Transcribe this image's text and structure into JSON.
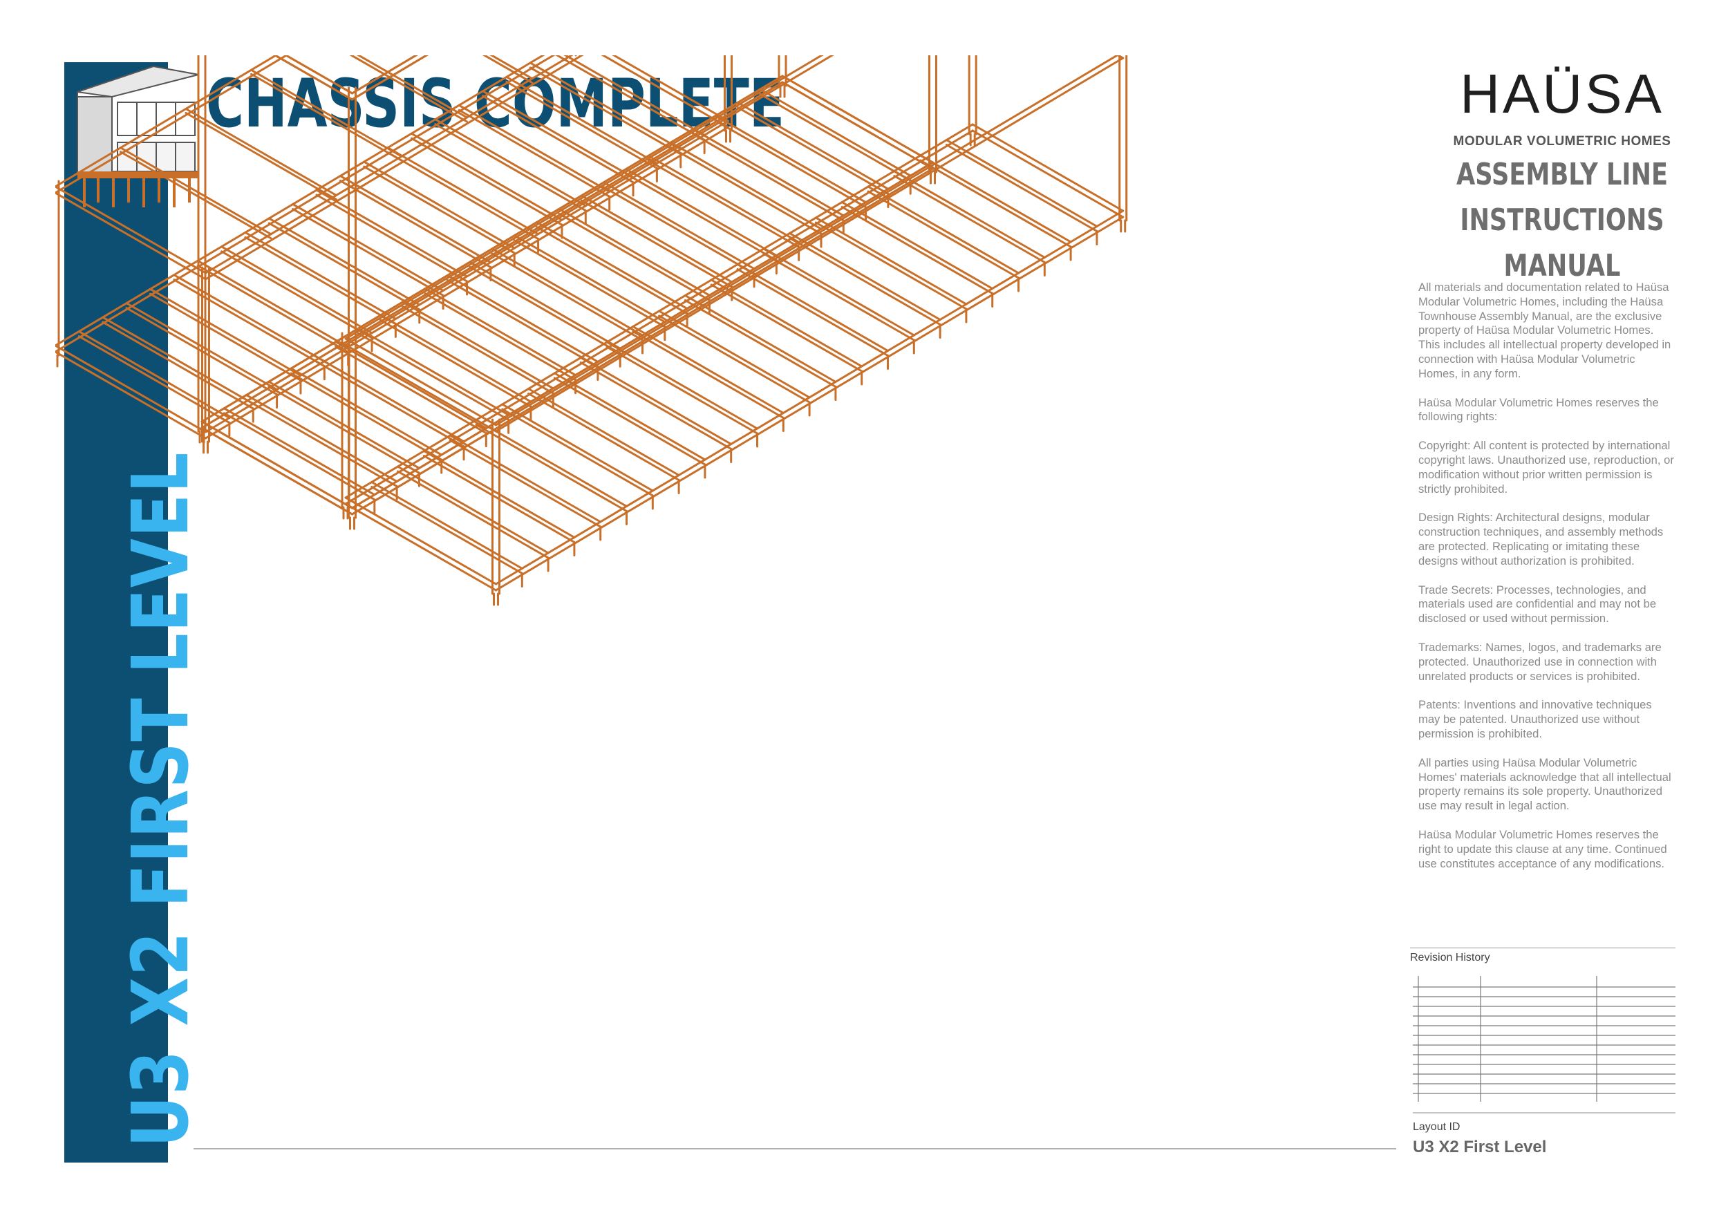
{
  "page": {
    "title": "CHASSIS COMPLETE",
    "vertical_label": "U3 X2 FIRST LEVEL"
  },
  "brand": {
    "logo": "HAÜSA",
    "tagline": "MODULAR VOLUMETRIC HOMES",
    "manual_lines": [
      "ASSEMBLY LINE",
      "INSTRUCTIONS",
      "MANUAL"
    ]
  },
  "legal": [
    "All materials and documentation related to Haüsa Modular Volumetric Homes, including the Haüsa Townhouse Assembly Manual, are the exclusive property of Haüsa Modular Volumetric Homes. This includes all intellectual property developed in connection with Haüsa Modular Volumetric Homes, in any form.",
    "Haüsa Modular Volumetric Homes reserves the following rights:",
    "Copyright: All content is protected by international copyright laws. Unauthorized use, reproduction, or modification without prior written permission is strictly prohibited.",
    "Design Rights: Architectural designs, modular construction techniques, and assembly methods are protected. Replicating or imitating these designs without authorization is prohibited.",
    "Trade Secrets: Processes, technologies, and materials used are confidential and may not be disclosed or used without permission.",
    "Trademarks: Names, logos, and trademarks are protected. Unauthorized use in connection with unrelated products or services is prohibited.",
    "Patents: Inventions and innovative techniques may be patented. Unauthorized use without permission is prohibited.",
    "All parties using Haüsa Modular Volumetric Homes' materials acknowledge that all intellectual property remains its sole property. Unauthorized use may result in legal action.",
    "Haüsa Modular Volumetric Homes reserves the right to update this clause at any time. Continued use constitutes acceptance of any modifications."
  ],
  "revision": {
    "label": "Revision History"
  },
  "layout": {
    "label": "Layout ID",
    "value": "U3 X2 First Level"
  },
  "colors": {
    "band": "#0d4f72",
    "band_text": "#39b4ee",
    "frame": "#c8702a"
  }
}
